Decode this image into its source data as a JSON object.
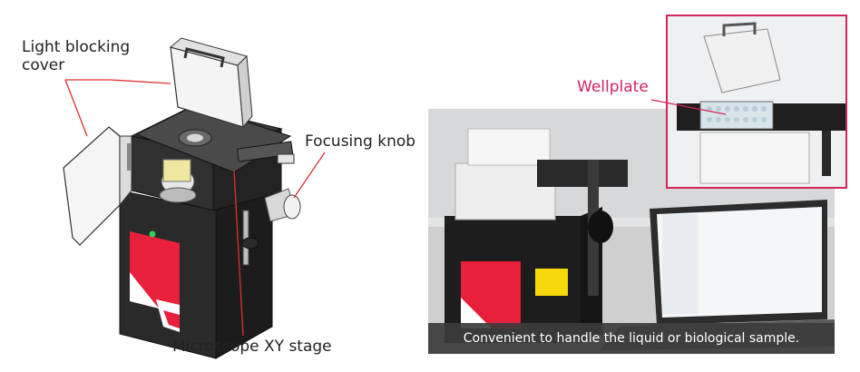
{
  "labels": {
    "light_blocking_cover": "Light blocking cover",
    "focusing_knob": "Focusing knob",
    "microscope_xy_stage": "Microscope XY stage",
    "wellplate": "Wellplate"
  },
  "caption": "Convenient to handle the liquid or biological sample.",
  "colors": {
    "accent": "#d4245a",
    "leader_line": "#e03030",
    "device_red": "#e8203c"
  }
}
